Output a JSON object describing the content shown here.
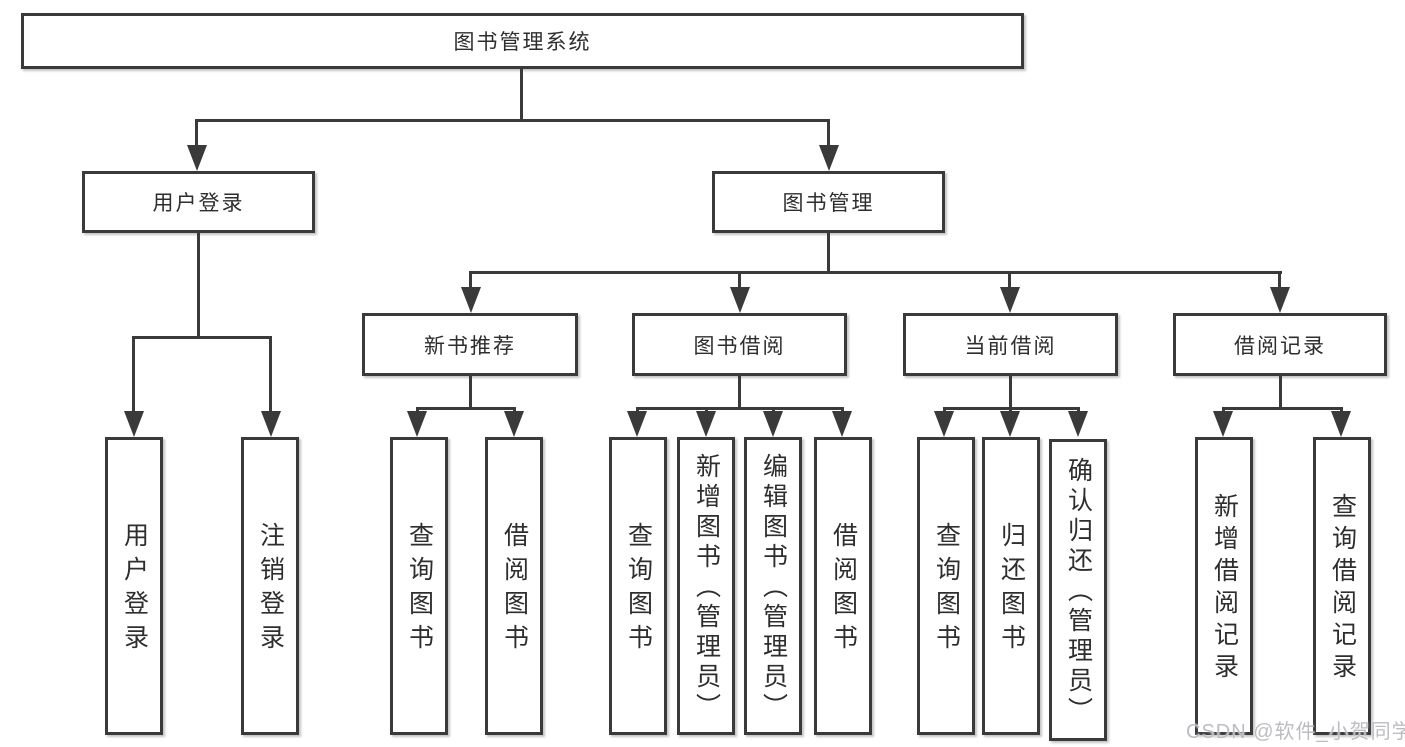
{
  "diagram": {
    "root": "图书管理系统",
    "branches": [
      {
        "label": "用户登录",
        "children": [
          "用户登录",
          "注销登录"
        ]
      },
      {
        "label": "图书管理",
        "sections": [
          {
            "label": "新书推荐",
            "children": [
              "查询图书",
              "借阅图书"
            ]
          },
          {
            "label": "图书借阅",
            "children": [
              "查询图书",
              "新增图书（管理员）",
              "编辑图书（管理员）",
              "借阅图书"
            ]
          },
          {
            "label": "当前借阅",
            "children": [
              "查询图书",
              "归还图书",
              "确认归还（管理员）"
            ]
          },
          {
            "label": "借阅记录",
            "children": [
              "新增借阅记录",
              "查询借阅记录"
            ]
          }
        ]
      }
    ]
  },
  "colors": {
    "line": "#3a3a3a",
    "box_background": "#ffffff",
    "text": "#2e2e2e",
    "watermark": "#bcbcc2"
  },
  "watermark": "CSDN @软件_小贺同学"
}
